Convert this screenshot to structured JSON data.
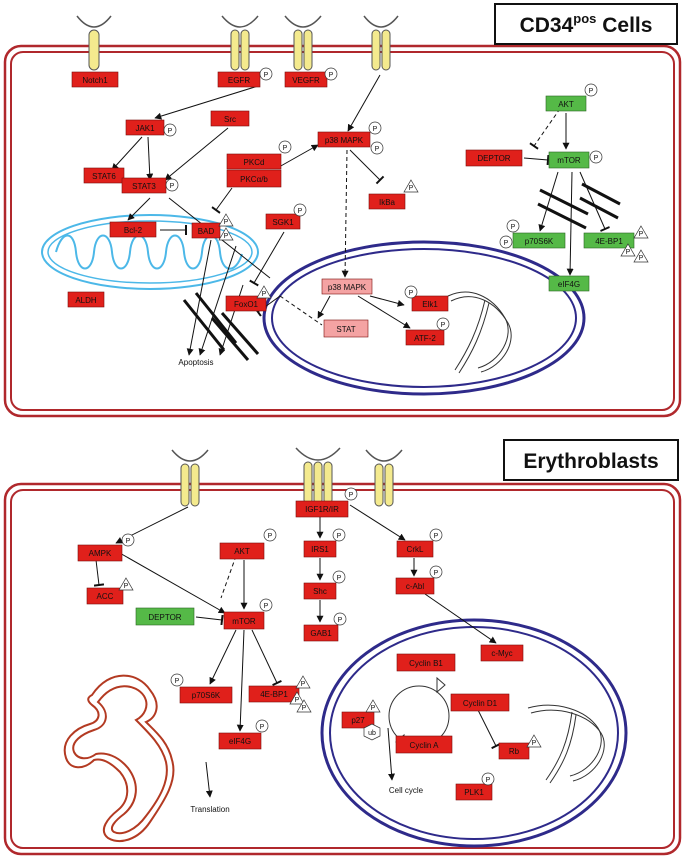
{
  "colors": {
    "active": "#e0201b",
    "inhibited": "#55b947",
    "pale": "#f4a3a3",
    "cell_membrane": "#b0282c",
    "nucleus": "#2e2a8a",
    "mitochondria": "#4cb8e8",
    "mito_er": "#b33a22",
    "receptor": "#f4ea8e"
  },
  "panel1": {
    "title": "CD34",
    "title_sup": "pos",
    "title_tail": " Cells",
    "nodes": {
      "notch1": "Notch1",
      "egfr": "EGFR",
      "vegfr": "VEGFR",
      "jak1": "JAK1",
      "src": "Src",
      "stat6": "STAT6",
      "stat3": "STAT3",
      "pkcd": "PKCd",
      "pkcab": "PKCα/b",
      "p38": "p38 MAPK",
      "ikba": "IkBa",
      "bcl2": "Bcl-2",
      "bad": "BAD",
      "sgk1": "SGK1",
      "aldh": "ALDH",
      "foxo1": "FoxO1",
      "p38n": "p38 MAPK",
      "elk1": "Elk1",
      "stat": "STAT",
      "atf2": "ATF-2",
      "akt": "AKT",
      "deptor": "DEPTOR",
      "mtor": "mTOR",
      "p70s6k": "p70S6K",
      "ebp1": "4E-BP1",
      "eif4g": "eIF4G"
    },
    "apoptosis": "Apoptosis"
  },
  "panel2": {
    "title": "Erythroblasts",
    "nodes": {
      "ampk": "AMPK",
      "acc": "ACC",
      "akt": "AKT",
      "deptor": "DEPTOR",
      "mtor": "mTOR",
      "p70s6k": "p70S6K",
      "ebp1": "4E-BP1",
      "eif4g": "eIF4G",
      "igf1r": "IGF1R/IR",
      "irs1": "IRS1",
      "shc": "Shc",
      "gab1": "GAB1",
      "crkl": "CrkL",
      "cabl": "c-Abl",
      "cmyc": "c-Myc",
      "cyclinb1": "Cyclin B1",
      "cyclind1": "Cyclin D1",
      "cyclina": "Cyclin A",
      "p27": "p27",
      "rb": "Rb",
      "plk1": "PLK1"
    },
    "translation": "Translation",
    "cell_cycle": "Cell cycle"
  },
  "marks": {
    "p": "P",
    "ub": "ub"
  }
}
